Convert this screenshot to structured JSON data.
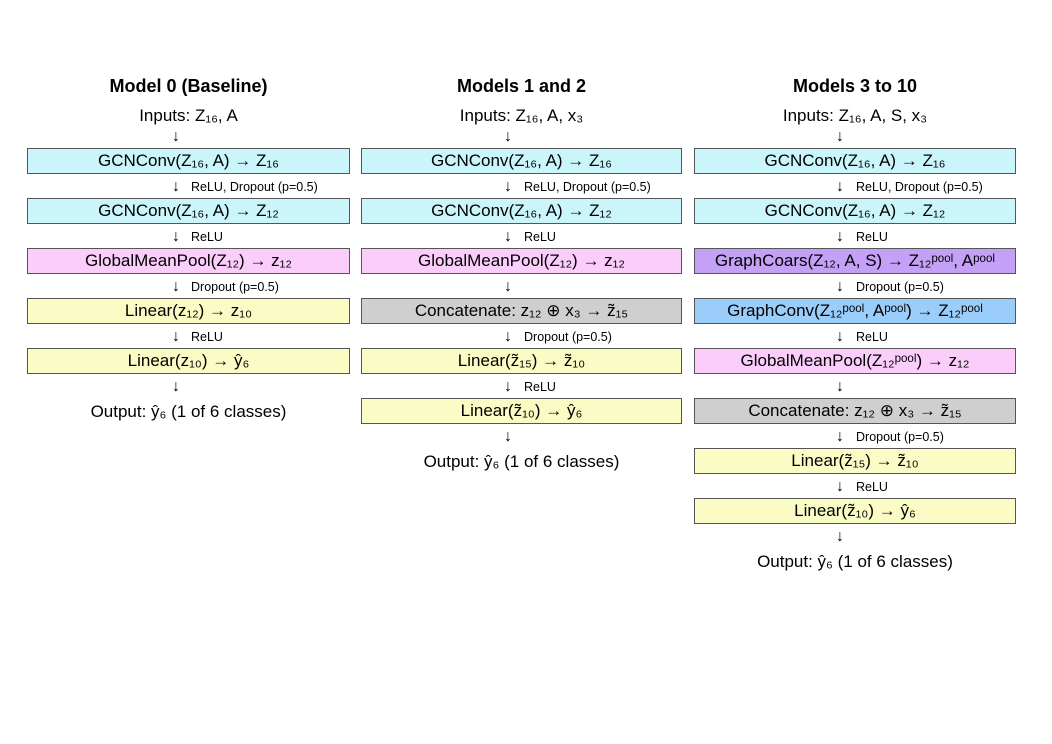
{
  "columns": [
    {
      "title": "Model 0 (Baseline)",
      "inputs": "Inputs: Z₁₆, A",
      "steps": [
        {
          "box": "GCNConv(Z₁₆, A) → Z₁₆",
          "color": "#c9f5fb",
          "label": "ReLU, Dropout (p=0.5)"
        },
        {
          "box": "GCNConv(Z₁₆, A) → Z₁₂",
          "color": "#c9f5fb",
          "label": "ReLU"
        },
        {
          "box": "GlobalMeanPool(Z₁₂) → z₁₂",
          "color": "#fbcdfb",
          "label": "Dropout (p=0.5)"
        },
        {
          "box": "Linear(z₁₂) → z₁₀",
          "color": "#fbfbc6",
          "label": "ReLU"
        },
        {
          "box": "Linear(z₁₀) → ŷ₆",
          "color": "#fbfbc6",
          "label": ""
        }
      ],
      "output": "Output: ŷ₆ (1 of 6 classes)"
    },
    {
      "title": "Models 1 and 2",
      "inputs": "Inputs: Z₁₆, A, x₃",
      "steps": [
        {
          "box": "GCNConv(Z₁₆, A) → Z₁₆",
          "color": "#c9f5fb",
          "label": "ReLU, Dropout (p=0.5)"
        },
        {
          "box": "GCNConv(Z₁₆, A) → Z₁₂",
          "color": "#c9f5fb",
          "label": "ReLU"
        },
        {
          "box": "GlobalMeanPool(Z₁₂) → z₁₂",
          "color": "#fbcdfb",
          "label": ""
        },
        {
          "box": "Concatenate: z₁₂ ⊕ x₃ → z̃₁₅",
          "color": "#cfcfcf",
          "label": "Dropout (p=0.5)"
        },
        {
          "box": "Linear(z̃₁₅) → z̃₁₀",
          "color": "#fbfbc6",
          "label": "ReLU"
        },
        {
          "box": "Linear(z̃₁₀) → ŷ₆",
          "color": "#fbfbc6",
          "label": ""
        }
      ],
      "output": "Output: ŷ₆ (1 of 6 classes)"
    },
    {
      "title": "Models 3 to 10",
      "inputs": "Inputs: Z₁₆, A, S, x₃",
      "steps": [
        {
          "box": "GCNConv(Z₁₆, A) → Z₁₆",
          "color": "#c9f5fb",
          "label": "ReLU, Dropout (p=0.5)"
        },
        {
          "box": "GCNConv(Z₁₆, A) → Z₁₂",
          "color": "#c9f5fb",
          "label": "ReLU"
        },
        {
          "box": "GraphCoars(Z₁₂, A, S) → Z₁₂ᵖᵒᵒˡ, Aᵖᵒᵒˡ",
          "color": "#c4a0f7",
          "label": "Dropout (p=0.5)"
        },
        {
          "box": "GraphConv(Z₁₂ᵖᵒᵒˡ, Aᵖᵒᵒˡ) → Z₁₂ᵖᵒᵒˡ",
          "color": "#9bcdfa",
          "label": "ReLU"
        },
        {
          "box": "GlobalMeanPool(Z₁₂ᵖᵒᵒˡ) → z₁₂",
          "color": "#fbcdfb",
          "label": ""
        },
        {
          "box": "Concatenate: z₁₂ ⊕ x₃ → z̃₁₅",
          "color": "#cfcfcf",
          "label": "Dropout (p=0.5)"
        },
        {
          "box": "Linear(z̃₁₅) → z̃₁₀",
          "color": "#fbfbc6",
          "label": "ReLU"
        },
        {
          "box": "Linear(z̃₁₀) → ŷ₆",
          "color": "#fbfbc6",
          "label": ""
        }
      ],
      "output": "Output: ŷ₆ (1 of 6 classes)"
    }
  ]
}
